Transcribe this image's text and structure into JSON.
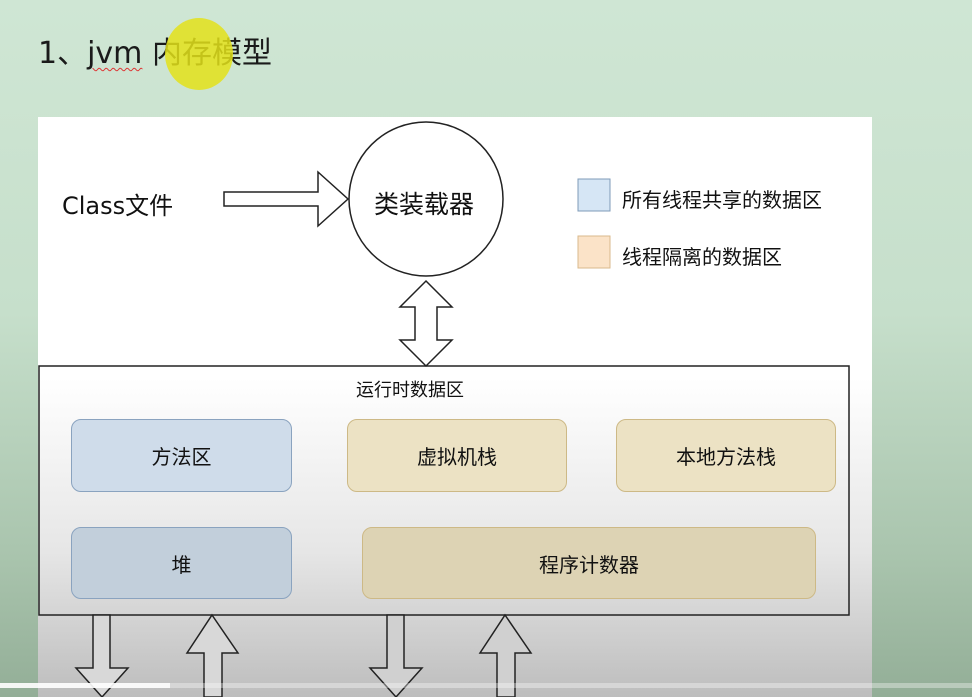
{
  "slide": {
    "title_prefix": "1、",
    "title_jvm": "jvm",
    "title_rest": " 内存模型"
  },
  "diagram": {
    "class_file": "Class文件",
    "class_loader": "类装载器",
    "legend": [
      {
        "label": "所有线程共享的数据区",
        "color": "#d6e6f5"
      },
      {
        "label": "线程隔离的数据区",
        "color": "#fbe3c8"
      }
    ],
    "runtime_area_title": "运行时数据区",
    "areas": {
      "method_area": "方法区",
      "vm_stack": "虚拟机栈",
      "native_stack": "本地方法栈",
      "heap": "堆",
      "pc_register": "程序计数器"
    }
  },
  "video": {
    "progress_percent": 17.5
  }
}
